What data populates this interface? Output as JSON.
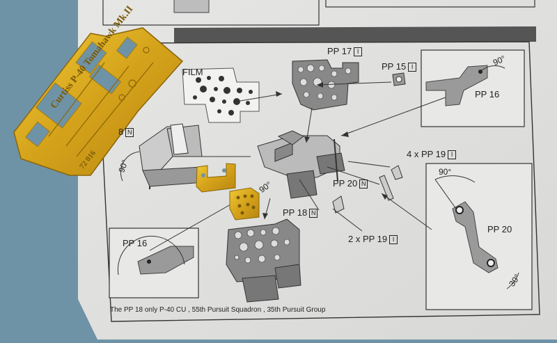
{
  "labels": {
    "film": "FILM",
    "pp17": "PP 17",
    "pp15": "PP 15",
    "pp16_top": "PP 16",
    "pp18_left_partial": "8",
    "pp20_mid": "PP 20",
    "pp18_mid": "PP 18",
    "pp19_4x": "4 x PP 19",
    "pp19_2x": "2 x PP 19",
    "pp16_bottom": "PP 16",
    "pp20_right": "PP 20",
    "footer_note": "The  PP 18  only  P-40 CU , 55th Pursuit Squadron , 35th Pursuit Group"
  },
  "markers": {
    "inox": "I",
    "nickel": "N"
  },
  "angles": {
    "a90_top": "90°",
    "a90_left": "90°",
    "a90_mid": "90°",
    "a90_right": "90°",
    "a30": "30°"
  },
  "fret": {
    "title_text": "Curtiss P-40 Tomahawk Mk.II",
    "code_text": "72 016"
  },
  "colors": {
    "paper": "#e4e4e2",
    "backdrop": "#6f93a6",
    "brass": "#d7a91c",
    "ink": "#222222"
  }
}
